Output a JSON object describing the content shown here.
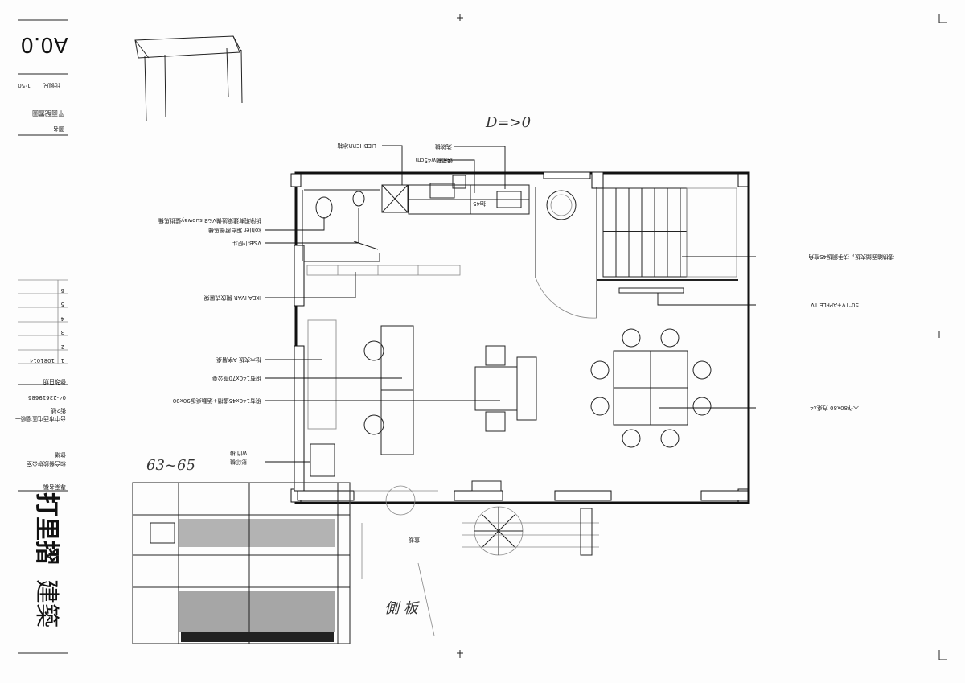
{
  "title_block": {
    "sheet_no": "A0.0",
    "scale_label": "比例尺",
    "scale": "1:50",
    "drawing_name": "平面配置圖",
    "drawing_name_label": "圖名",
    "revision_label": "修改日期",
    "revisions": [
      {
        "no": "1",
        "date": "1081014"
      },
      {
        "no": "2",
        "date": ""
      },
      {
        "no": "3",
        "date": ""
      },
      {
        "no": "4",
        "date": ""
      },
      {
        "no": "5",
        "date": ""
      },
      {
        "no": "6",
        "date": ""
      }
    ],
    "phone": "04-23619686",
    "address_line1": "台中市西屯區福順一",
    "address_line2": "街2號",
    "project": "和合餐飲辦公室",
    "project_type": "修繕",
    "project_label": "專案名稱",
    "firm": "打里摺",
    "firm_suffix": "建築"
  },
  "labels": {
    "fridge": "LIEBHERR冰箱",
    "dishwasher": "洗碗機",
    "oven": "烤箱櫃w45cm",
    "drawer": "抽45",
    "toilet_1": "kohler 現有廚餐馬桶",
    "toilet_2": "拆除現有建築設備V&B subway壁掛馬桶",
    "urinal": "V&B小便斗",
    "shelf": "IKEA IVAR 開放式層架",
    "a_desk": "松木夾板 A字層桌",
    "office_desk": "現有140x70辦公桌",
    "cabinet": "現有140x45邊櫃+活動桌板90x90",
    "wifi": "wifi 機",
    "printer": "影印機",
    "stair": "樓梯踏面鋪夾板，扶手鋼板45度角",
    "tv": "50\"TV+APPLE TV",
    "tables": "木作80x80 方桌x4",
    "planter": "盆栽"
  },
  "handwritten": {
    "note_top": "D=>0",
    "note_dim": "63~65",
    "note_side": "側 板"
  }
}
